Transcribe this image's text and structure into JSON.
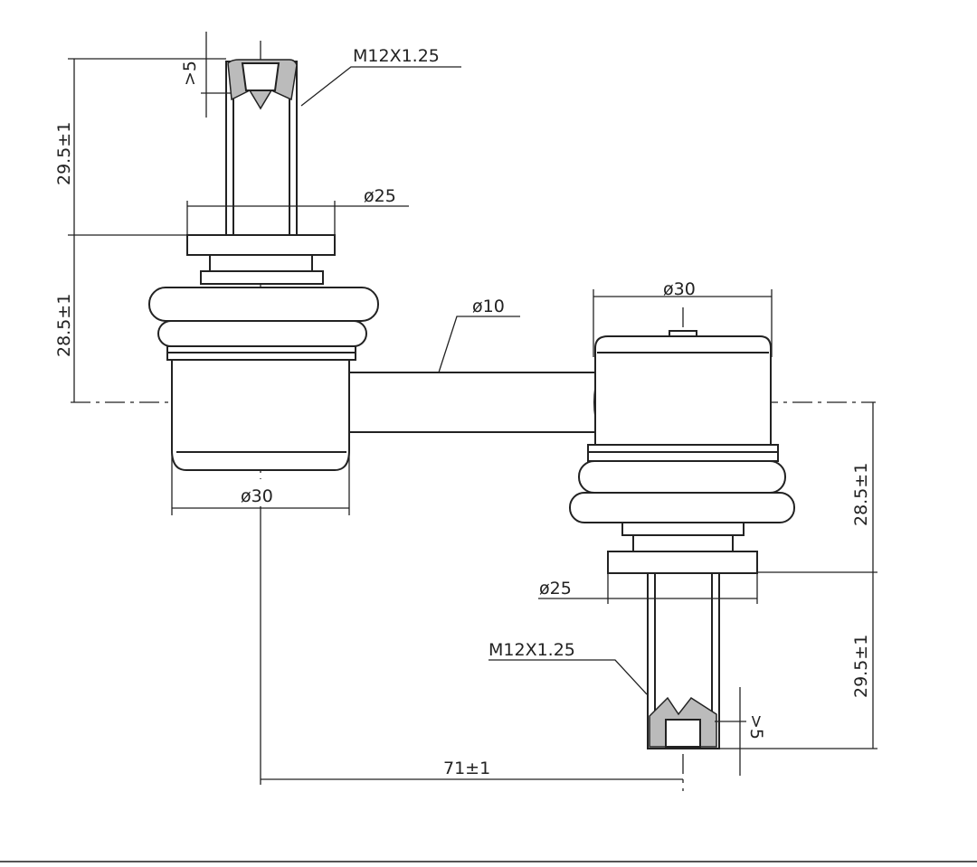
{
  "drawing": {
    "thread_top": "M12X1.25",
    "thread_bottom": "M12X1.25",
    "dia_washer_top": "ø25",
    "dia_washer_bottom": "ø25",
    "dia_housing_left": "ø30",
    "dia_housing_right": "ø30",
    "dia_rod": "ø10",
    "height_stud_left": "29.5±1",
    "height_body_left": "28.5±1",
    "height_body_right": "28.5±1",
    "height_stud_right": "29.5±1",
    "thread_depth_top": ">5",
    "thread_depth_bottom": ">5",
    "center_distance": "71±1"
  }
}
